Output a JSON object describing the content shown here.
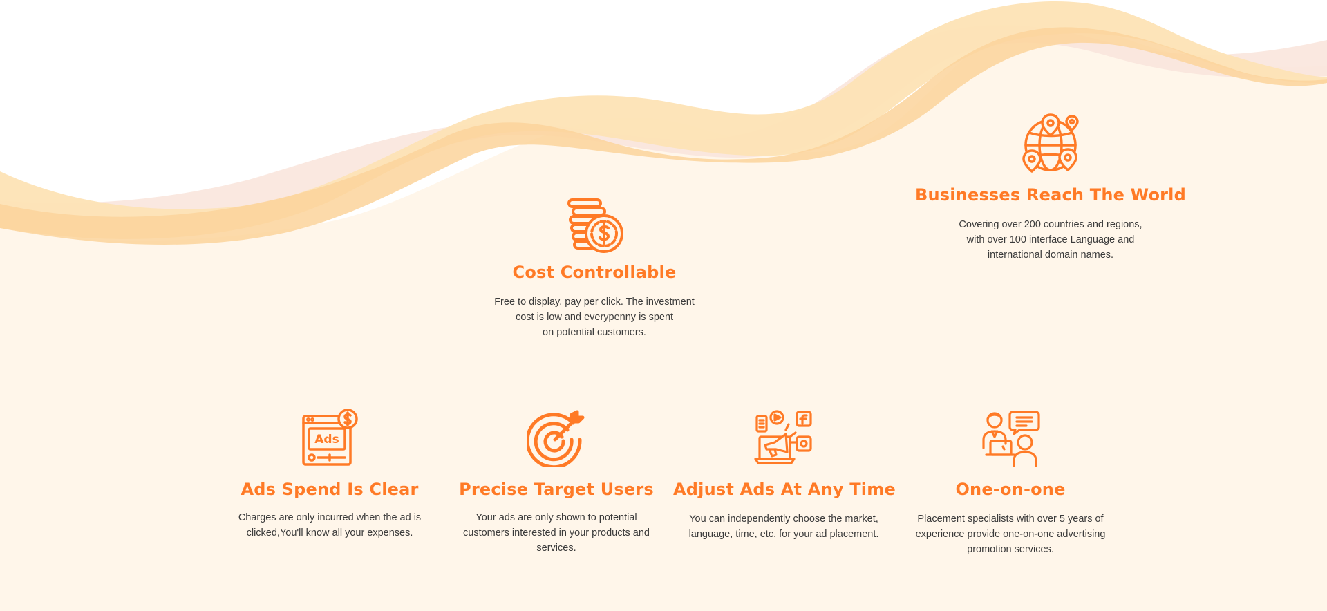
{
  "colors": {
    "accent": "#ff7a26",
    "background": "#fff6ea",
    "wave_light": "#f9e6dd",
    "wave_yellow": "#fde3b5",
    "wave_orange": "#fcd39b",
    "body_text": "#3b3b3b"
  },
  "features": {
    "cost": {
      "icon": "coins-icon",
      "title": "Cost Controllable",
      "line1": "Free to display, pay per click. The investment",
      "line2": "cost is low and everypenny is spent",
      "line3": "on potential customers."
    },
    "world": {
      "icon": "globe-pins-icon",
      "title": "Businesses Reach The World",
      "line1": "Covering over 200 countries and regions,",
      "line2": "with over 100 interface Language and",
      "line3": "international domain names."
    },
    "ads": {
      "icon": "ads-window-icon",
      "icon_text": "Ads",
      "title": "Ads Spend Is Clear",
      "line1": "Charges are only incurred when the ad is",
      "line2": "clicked,You'll know all your expenses."
    },
    "target": {
      "icon": "target-icon",
      "title": "Precise Target Users",
      "line1": "Your ads are only shown to potential",
      "line2": "customers interested in your products and",
      "line3": "services."
    },
    "adjust": {
      "icon": "megaphone-laptop-icon",
      "title": "Adjust Ads At Any Time",
      "line1": "You can independently choose the market,",
      "line2": "language, time, etc. for your ad placement."
    },
    "onetoone": {
      "icon": "consultant-icon",
      "title": "One-on-one",
      "line1": "Placement specialists with over 5 years of",
      "line2": "experience provide one-on-one advertising",
      "line3": "promotion services."
    }
  }
}
